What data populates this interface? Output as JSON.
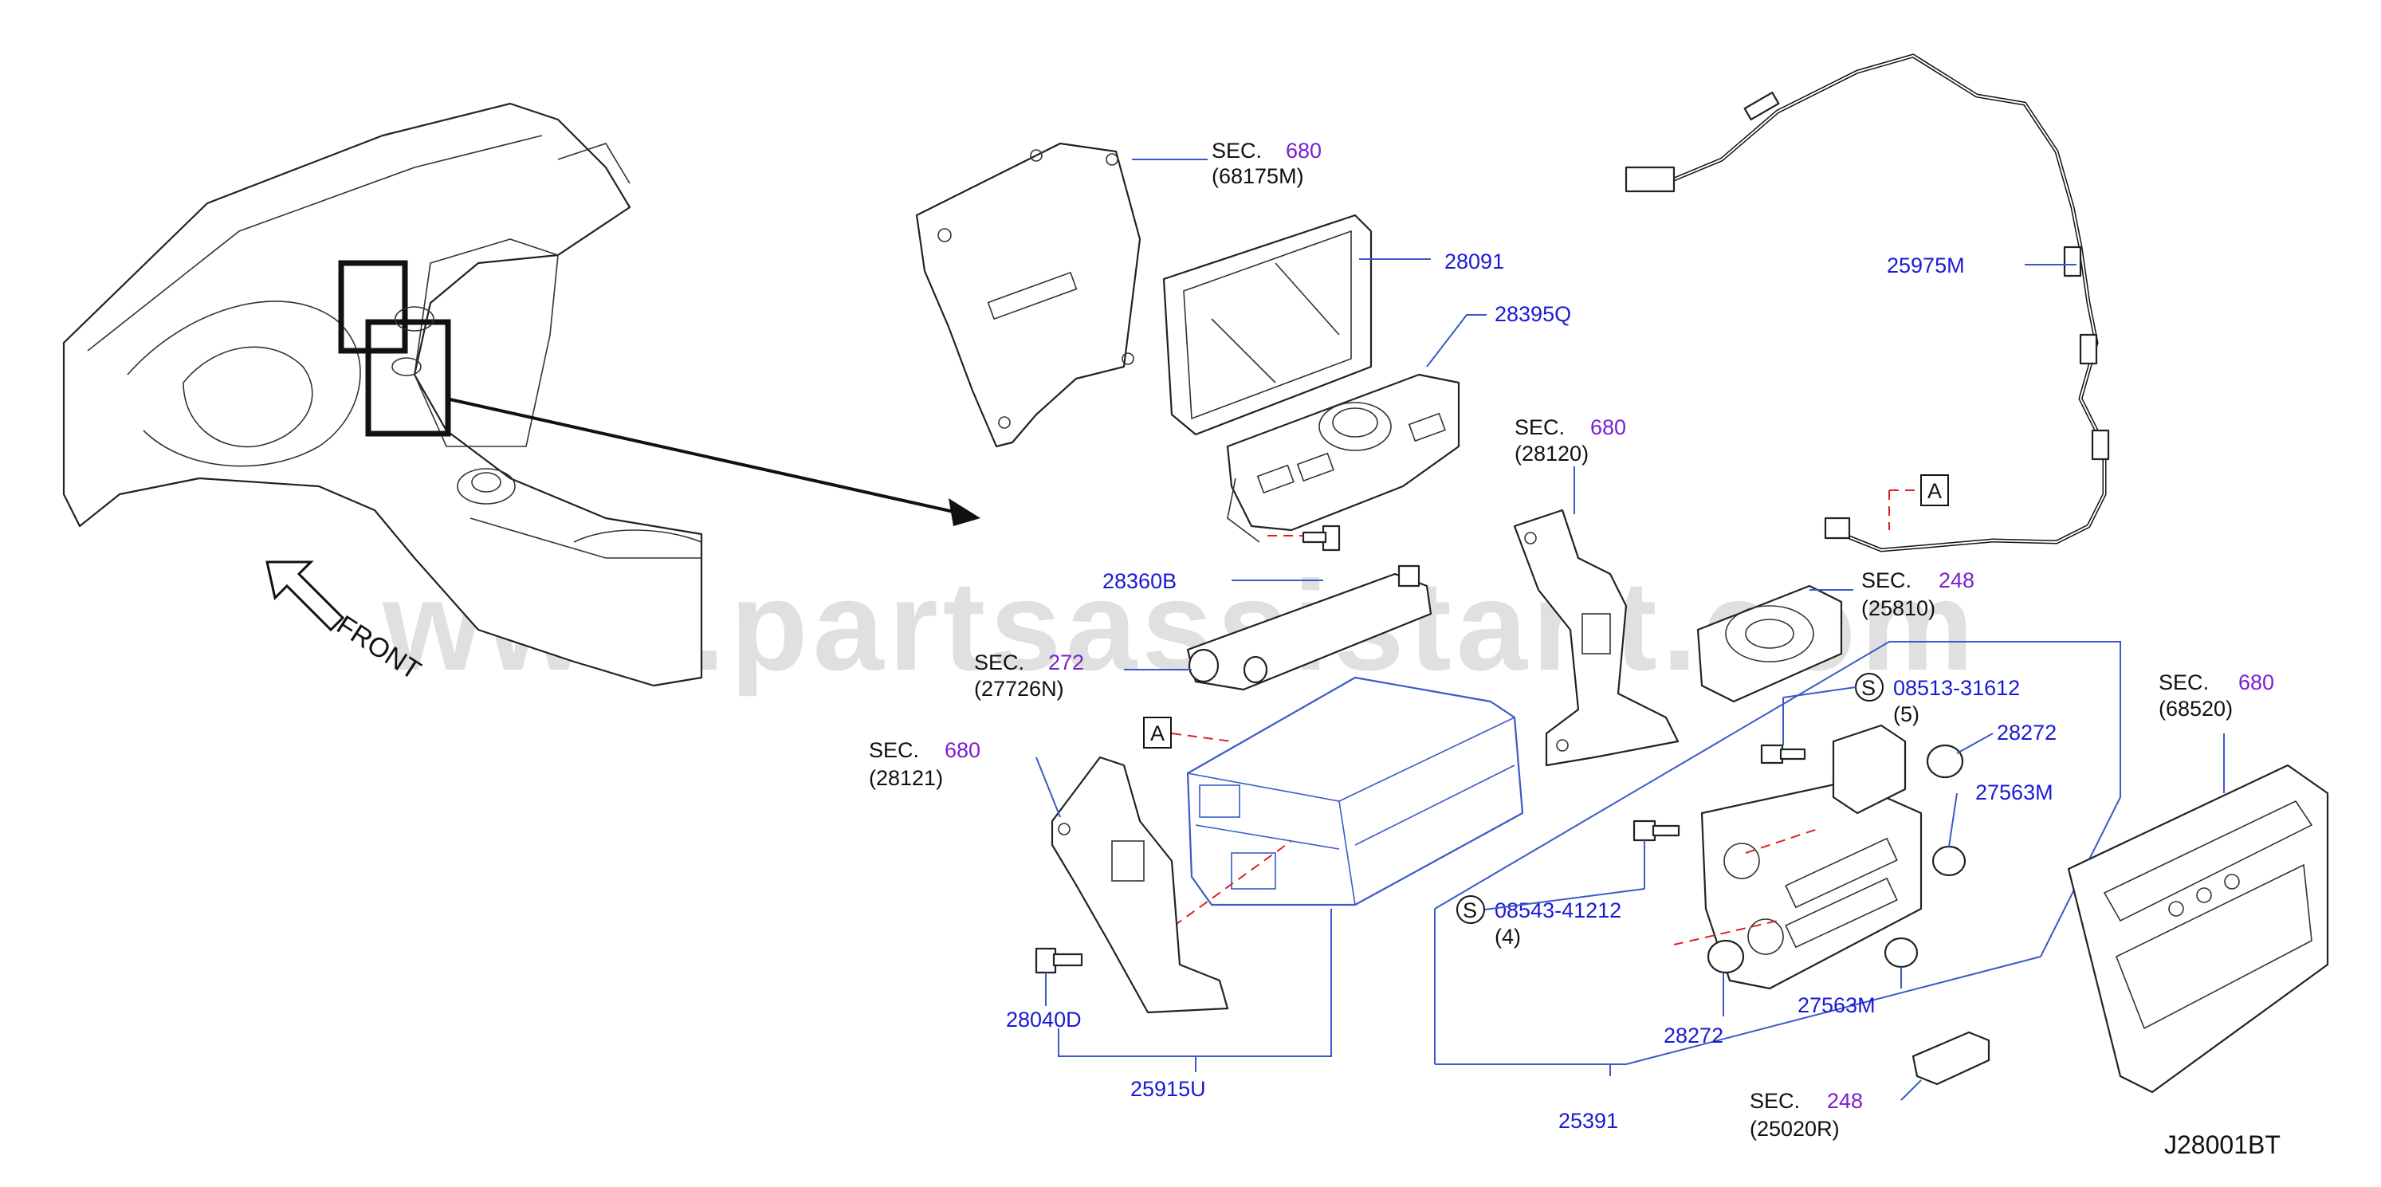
{
  "watermark": "www.partsassistant.com",
  "diagram_code": "J28001BT",
  "front_label": "FRONT",
  "ref_marks": {
    "a_box_1": "A",
    "a_box_2": "A",
    "s_mark_1": "S",
    "s_mark_2": "S"
  },
  "labels": {
    "sec_680_a": {
      "sec": "SEC.",
      "num": "680",
      "ref": "(68175M)"
    },
    "sec_680_b": {
      "sec": "SEC.",
      "num": "680",
      "ref": "(28120)"
    },
    "sec_272": {
      "sec": "SEC.",
      "num": "272",
      "ref": "(27726N)"
    },
    "sec_680_c": {
      "sec": "SEC.",
      "num": "680",
      "ref": "(28121)"
    },
    "sec_248_a": {
      "sec": "SEC.",
      "num": "248",
      "ref": "(25810)"
    },
    "sec_680_d": {
      "sec": "SEC.",
      "num": "680",
      "ref": "(68520)"
    },
    "sec_248_b": {
      "sec": "SEC.",
      "num": "248",
      "ref": "(25020R)"
    },
    "p28091": "28091",
    "p28395q": "28395Q",
    "p28360b": "28360B",
    "p25975m": "25975M",
    "p08513": {
      "num": "08513-31612",
      "qty": "(5)"
    },
    "p08543": {
      "num": "08543-41212",
      "qty": "(4)"
    },
    "p28272_a": "28272",
    "p28272_b": "28272",
    "p27563m_a": "27563M",
    "p27563m_b": "27563M",
    "p28040d": "28040D",
    "p25915u": "25915U",
    "p25391": "25391"
  }
}
